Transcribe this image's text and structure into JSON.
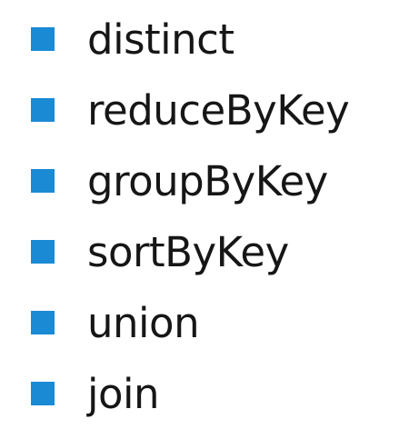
{
  "bullets": {
    "marker_color": "#1a8ad4",
    "marker_icon": "square-bullet-icon",
    "items": [
      {
        "label": "distinct"
      },
      {
        "label": "reduceByKey"
      },
      {
        "label": "groupByKey"
      },
      {
        "label": "sortByKey"
      },
      {
        "label": "union"
      },
      {
        "label": "join"
      }
    ]
  }
}
